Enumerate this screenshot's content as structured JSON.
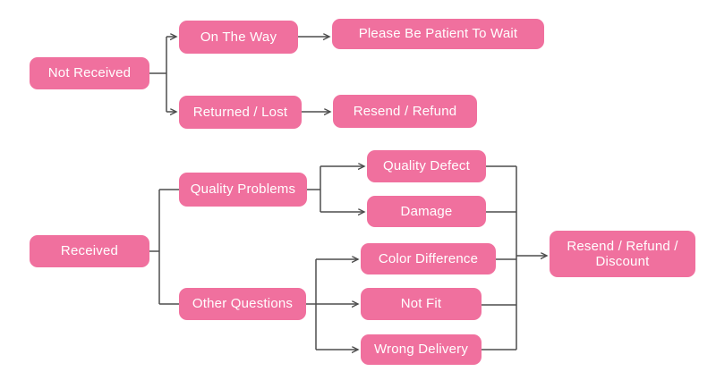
{
  "diagram": {
    "type": "flowchart",
    "background_color": "#FFFFFF",
    "colors": {
      "node_fill": "#F0709E",
      "node_text": "#FFFFFF",
      "connector": "#4D4D4D"
    },
    "nodes": {
      "not_received": {
        "label": "Not Received"
      },
      "on_the_way": {
        "label": "On The Way"
      },
      "please_wait": {
        "label": "Please Be Patient To Wait"
      },
      "returned_lost": {
        "label": "Returned / Lost"
      },
      "resend_refund": {
        "label": "Resend / Refund"
      },
      "received": {
        "label": "Received"
      },
      "quality_problems": {
        "label": "Quality Problems"
      },
      "quality_defect": {
        "label": "Quality Defect"
      },
      "damage": {
        "label": "Damage"
      },
      "other_questions": {
        "label": "Other Questions"
      },
      "color_difference": {
        "label": "Color Difference"
      },
      "not_fit": {
        "label": "Not Fit"
      },
      "wrong_delivery": {
        "label": "Wrong Delivery"
      },
      "resend_refund_discount": {
        "label": "Resend / Refund / Discount"
      }
    },
    "edges": [
      {
        "from": "Not Received",
        "to": "On The Way",
        "arrow": true
      },
      {
        "from": "Not Received",
        "to": "Returned / Lost",
        "arrow": true
      },
      {
        "from": "On The Way",
        "to": "Please Be Patient To Wait",
        "arrow": true
      },
      {
        "from": "Returned / Lost",
        "to": "Resend / Refund",
        "arrow": true
      },
      {
        "from": "Received",
        "to": "Quality Problems",
        "arrow": false
      },
      {
        "from": "Received",
        "to": "Other Questions",
        "arrow": false
      },
      {
        "from": "Quality Problems",
        "to": "Quality Defect",
        "arrow": true
      },
      {
        "from": "Quality Problems",
        "to": "Damage",
        "arrow": true
      },
      {
        "from": "Other Questions",
        "to": "Color Difference",
        "arrow": true
      },
      {
        "from": "Other Questions",
        "to": "Not Fit",
        "arrow": true
      },
      {
        "from": "Other Questions",
        "to": "Wrong Delivery",
        "arrow": true
      },
      {
        "from": "Quality Defect",
        "to": "Resend / Refund / Discount",
        "arrow": true
      },
      {
        "from": "Damage",
        "to": "Resend / Refund / Discount",
        "arrow": true
      },
      {
        "from": "Color Difference",
        "to": "Resend / Refund / Discount",
        "arrow": true
      },
      {
        "from": "Not Fit",
        "to": "Resend / Refund / Discount",
        "arrow": true
      },
      {
        "from": "Wrong Delivery",
        "to": "Resend / Refund / Discount",
        "arrow": true
      }
    ]
  }
}
